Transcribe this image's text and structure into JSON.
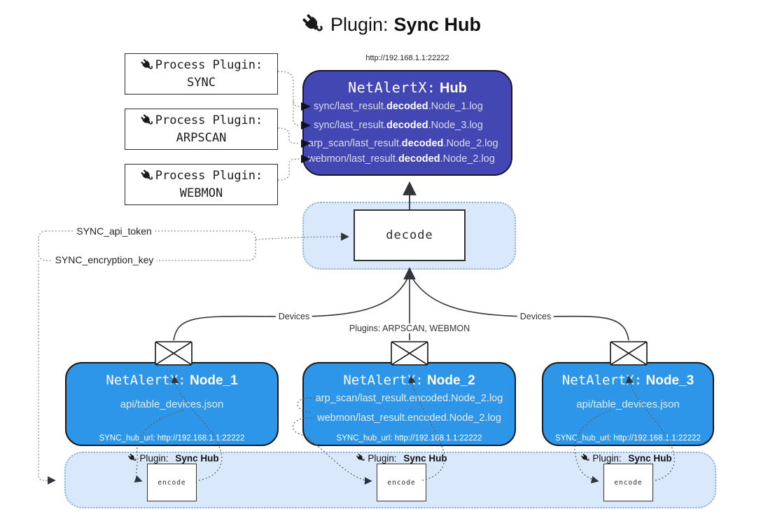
{
  "colors": {
    "hub_fill": "#4347b4",
    "node_fill": "#2e96e8",
    "band_fill": "#d9e9fb",
    "connector": "#333333"
  },
  "title": {
    "prefix": "Plugin:",
    "name": "Sync Hub"
  },
  "process_plugins": [
    {
      "label": "Process Plugin:",
      "name": "SYNC"
    },
    {
      "label": "Process Plugin:",
      "name": "ARPSCAN"
    },
    {
      "label": "Process Plugin:",
      "name": "WEBMON"
    }
  ],
  "hub": {
    "url": "http://192.168.1.1:22222",
    "title_prefix": "NetAlertX:",
    "title_name": "Hub",
    "logs": [
      {
        "pre": "sync/last_result.",
        "bold": "decoded",
        "post": ".Node_1.log"
      },
      {
        "pre": "sync/last_result.",
        "bold": "decoded",
        "post": ".Node_3.log"
      },
      {
        "pre": "arp_scan/last_result.",
        "bold": "decoded",
        "post": ".Node_2.log"
      },
      {
        "pre": "webmon/last_result.",
        "bold": "decoded",
        "post": ".Node_2.log"
      }
    ]
  },
  "decode": {
    "label": "decode"
  },
  "secrets": {
    "api_token": "SYNC_api_token",
    "encryption_key": "SYNC_encryption_key"
  },
  "edges": {
    "devices_left": "Devices",
    "devices_right": "Devices",
    "plugins_mid": "Plugins: ARPSCAN, WEBMON"
  },
  "nodes": [
    {
      "title_prefix": "NetAlertX:",
      "title_name": "Node_1",
      "files": [
        "api/table_devices.json"
      ],
      "hub_url": "SYNC_hub_url: http://192.168.1.1:22222"
    },
    {
      "title_prefix": "NetAlertX:",
      "title_name": "Node_2",
      "files": [
        "arp_scan/last_result.encoded.Node_2.log",
        "webmon/last_result.encoded.Node_2.log"
      ],
      "hub_url": "SYNC_hub_url: http://192.168.1.1:22222"
    },
    {
      "title_prefix": "NetAlertX:",
      "title_name": "Node_3",
      "files": [
        "api/table_devices.json"
      ],
      "hub_url": "SYNC_hub_url: http://192.168.1.1:22222"
    }
  ],
  "encode": {
    "plugin_prefix": "Plugin:",
    "plugin_name": "Sync Hub",
    "label": "encode"
  }
}
